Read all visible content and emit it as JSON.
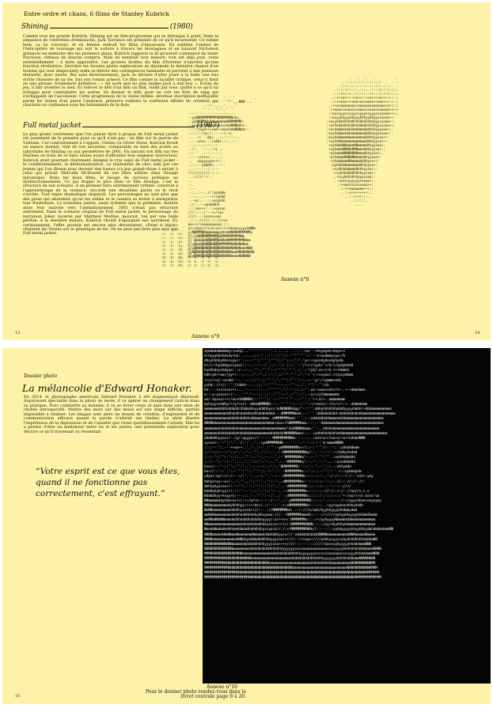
{
  "top": {
    "title": "Entre ordre et chaos, 6 films de Stanley Kubrick",
    "shining": {
      "title": "Shining",
      "year": "(1980)",
      "text": "Comme tous les grands Kubrick, Shining est un film-programme qui se détraque à point. Dans la séquence de l'entretien d'embauche, Jack Torrance est présenté de ce qu'il incarnerait. Ce tombe bien, ça lui convient, et en femme endroit les films d'épouvante. En sublime l'ombre de l'hélicoptère de tournage qui suit la voiture à travers les montagnes et en laissant Nicholson grimacer en mémoire dès les premiers plans, Kubrick rapporte la fil qu'aurait commencé de tisser Psychose, rideaux de douche compris. Mais loi semblait tout mesuré, tout est déjà joué, reste essentiellement : à faire apparaître. Les grosses ficelles du film d'horreur n'ancrent qu'une fonction révélatrice. Derrière les fausses pistes explicatives se dissimule la dernière chance d'un homme qui veut desperately enfin se libérer des contingences familiales et parvient à une jeunesse éternelle, donc morte. Roi sans divertissement, Jack se déclare d'aller jouer à la balle une fois écrite l'histoire de sa vie, fois son roman achevé. Ce film comme la lucidité critique, celui-ci tient en une phrase, froidement définitive : « All work and no play makes Jack a dull boy ». Écrite du jeu, il fait inventer le sien. Et relever le défi d'un film un film, vieilli par tous, quitte à ce qu'il lui échappe pour contraindre les autres. Se donner le défi, pour ne voir les flots de sang qui s'échappent de l'ascenseur. Cette progression de la vision intime, devenue inscription ineffaçable parmi les ruines d'un passé l'annoncé, préserve contenu la confusion affolée du créateur qui chuchote sa confession sous les battements de la fiole."
    },
    "fmj": {
      "title": "Full metal jacket",
      "year": "(1987)",
      "text": "Le plus grand contresens que l'on puisse faire à propos de Full metal jacket est justement de le prendre pour ce qu'il n'est pas : un film sur la guerre du Vietnam. Car contrairement à Coppola, Cimino ou Oliver Stone, Kubrick livrait un espace mental, vidé de son ancienne, comparable en bien des points au labyrinthe de Shining ou aux géométries de 2001. En suivant son film sur des Marines en train de se faire toutes avant d'affronter leur seigneur instructeur, Kubrick avait pourtant clairement désigné le vrai sujet de Full metal jacket : le conditionnement, la déshumanisation. Le traitement de choc subi par ces jeunes qui l'on dresse pour devenir des tueurs n'a pas grand-chose à envier à celui qui privait Malcolm McDowell de son libre arbitre dans Orange mécanique. Dans les deux films, le lavage de cerveau prélègue un dysfonctionnement. Ce qui frappe le plus dans ce film étrange, c'est la structure de son scénario. A un premier tiers extrêmement rythmé, construit à l'apprentissage de la violence, succède une deuxième partie où le récit s'arrête. Tout enjeu dramatique disparaît. Les personnages ne sont plus que des pions qui attendent qu'on les utilise et le caméra se borne à enregistrer leur frustration. La troisième partie, aussi rythmée que la première, montre alors leur marche vers l'anéantissement. 2001 n'était pas structuré autrement. Dans le scénario original de Full metal jacket, le personnage du narrateur Joker, incarné par Matthew Modine, mourait, tué par une balle perdue. A la dernière minute, Kubrick choisit d'épargner son narrateur. Et, curieusement, l'effet produit est encore plus dévastateur. «Paint it black» chantent les Stones sur le générique de fin. On ne peut pas faire plus noir que Full metal jacket."
    },
    "annexe8": "Annexe n°8",
    "annexe9": "Annexe n°9",
    "page_left": "13",
    "page_right": "14",
    "ascii_portrait": "                     .   .  .                      .\n                  .  ..  ..   .    .     .\n              . :.:.:.:.:.:.:.:.::  .  .  .\n           . ::::.::.:.:.::.::.:::.::.:.  .\n          .:::::+:::::.::::.:::::+::::::::.\n         ::::+++:+:::+::+:::++:::+:+:+:::::.\n        .::+++o+++:++o+++:++o++++o+++:+::::\n        ::+++ooo+++ooo+oo+oooo++ooo+++:+:::\n       .:++o+oooooooo+oooooooooooooo+o++:::\n       :++ooosssooosssooosssooossooooo++++:\n       :+oossyyssssyyssyyyssyyyssssooo+++:.\n      .:+osyyhhyyyhhyyyhhhyyhhyysssooo++:\n      :+osyhhdhhhhdhhhhdhhhhhhyyyssooo+::\n      :+oshhdddhhhddhhddddhhhhhyysssoo++:\n      :+oshdddmddddmdddmmdddhhhyyysoo+::\n      :osyhddmmdddmmddmmmdddhhyyyssoo+:.\n      :osyhddmmmdmmmmdmmmddhhhyysso++:\n      :+syhddmmmmmmmmmmmmmdhhhyyso++:.\n      .+syhdmmNNmmmmNNmmmmdhhyysoo+:\n       +syhdmmNNNNmNNNmmmddhhyyso+::\n       :oyhdmmNNNNNNNNmmmdhhyyso+:.\n       :oshdmmmNNNNNNmmmddhyysoo+:\n       .+shdddmmmNNmmmmddhhyso++:\n        :oyhhddmmmmmmmddhhyyso+:.\n        .+syhhdddmmmddhhhyyso+::\n         :+syhhhddddhhhhyysso+:\n         .:+ssyhhhhhhhyyyssoo::\n          .:+oossyyyyyyssooo+:.\n           .:++oosssssssooo++:\n            .::+++ooooooo+++::\n             ..::++++++++++::.\n               ..:::++++:::..\n                  ..::::::.\n                    .....",
    "ascii_helmet": "                   .        '  ' '          .\n                     .-:. .' '\"*',.,NNN'...\n                  .-'+`-.,..'.`.. '\n                 '`''-.'':-'.'' '\n          ------------------------\n          --yyNNNMMMMMMMMNNNMMMNNnhc..\n          .-yyNNNMMdmhNmmmmmmmNNMMMMNh-\n          :-ooyddhhNNmmmmoosshddNNNNnh/--\n          .-:::/oyd+++/oo++oooshddNNNmh/--\n          ::::-:-/sy:/:..--:+:-o.\n          ..  .+:  -dy+...:--::-:---.\n          ..---o+o+-::/sdd+:::...-:\n          .--:.:..::::.::-\n          .-/:-  .--.:.+s...\n          ::- '  .:--.----:\n          .----+/o+o+.......\n          ..  .ooyyyyyo+++:-.\n          .::.::-ydddhs..----\n          ...------:::-:--\n          ///////////::::--\n          .../////'+'-.\n          -.\n          -..\n          .---\n          .-:..:---.//:oyhddm\n          ..-:....---:+/+yhdd\n          .--+o:.--.::+osyhhh\n          .:/:-.-:+yhdddhh-\n          -:::oo+++:-::+oosoo\n          ///:::::/:--++/sso\n          ////-.::sssso+ooo\n          .::::://///::/.///so\n          oo+++/+oooooooooo::::\n          o+/+hso+/+++o++o+/+/+hhooosyyyhmNN+\n          ++NNMMMNNmmmmmmmymhdmNNNNNMMMMMMy\n          ///sdNNMMMMMMMMNmMMMMMMMMMMNm\n          //-dmmmmmNNNNMMNmNNdNMMMMMMMNNmm\n          //ymmmmmNNNNNNNNNMMMMMNNNNNNNmm\n          //yNNNNNNNNNNNNNNNNNNNNNNNNmmmNNN\n          /yNNNNNNNNNNNNNNNNNNNNmmmNNNNNNNNN\n          ooyNNNNNNNNNNNNNNNNNNNmmmmNNNNNN",
    "ascii_field": "  .  ..  .  ..  .    .  .. .   .\n .:. .:. .:.. .:. :. .: .:. .:. .\n :o: :o: :o+. :o: +: :o :o: :o: .\n.:s:.:s:.:so..:s:.s:.:s.:s:.:s:..\n :y: :y: :ys. :y: y: :y :y: :y: .\n :h: :h: :hy. :h: h: :h :h: :h: .\n :d: :d: :dh. :d: d: :d :d: :d: .\n :m: :m: :md. :m: m: :m :m: :m: .\n :N: :N: :Nm. :N: N: :N :N: :N: .\n :m: :m: :md. :m: m: :m :m: :m: .\n :d: :d: :dh. :d: d: :d :d: :d: .\n :h: :h: :hy. :h: h: :h :h: :h: .\n :y: :y: :ys. :y: y: :y :y: :y: .\n :s: :s: :so. :s: s: :s :s: :s: .\n :o: :o: :o+. :o: o: :o :o: :o: .\n .:. .:. .:.. .:. :. .: .:. .:. ."
  },
  "bottom": {
    "dossier": "Dossier photo",
    "title": "La mélancolie d'Edward Honaker.",
    "text": "En 2014, le photographe américain Edward Honaker a été diagnostiqué dépressif. Auparavant spécialisé dans la photo de mode, il va opérer un changement radical dans sa pratique. Pour combattre sa maladie, il va se livrer corps et âme dans une série de clichés introspectifs. Mettre des mots sur des maux est une étape difficile, parfois impossible à réaliser. Les images sont alors un moyen de création, d'expression et de communication efficace quand la parole n'atteint ses limites. La série illustre l'expérience de la dépression et de l'anxiété que vivait quotidiennement l'artiste. Elle lui a permis d'être un médiateur entre lui et les autres, une potentielle explication pour décrire ce qu'il traversait ou ressentait:",
    "quote": "“Votre esprit est ce que vous êtes, quand il ne fonctionne pas correctement, c'est effrayant.”",
    "annexe10": "Annexe n°10",
    "note": "Pour le dossier photo rendez-vous dans le livret centrale page 9 à 20.",
    "page_left": "15",
    "ascii_dark": "dymdmddmmdmmy/ssohy:..''''''''''''.:`..`.:`.'.-'.-ss/`.+hsydydz+doyo+s\nh+hyyyhdshdsdy+ho:...-..:::--`.-:'.'::`::--''''`'`'::`-'o+oydmmysyy+/h\ndhsyhhhhyhhsssyy+:`-----''::'`'':''':::'`:-.:':'-'y+:+syosdydosdyhydm\nh//+/+hyhddyyssyoo/::--.---'.-:`.-:'.'::`::--`'-'/+++//yyh/'+/h/+/oydyhhdd\nhyohhdsyshdyoo:-:/-.:--..''.-'`''---'''':`'`'..:`-:'/yh/:o++/+h:+++hhmhh\nhdh+yh++oo//yy++:--.--..:'.''.:`.'.'.::'''-'`'.:'.'::`+:+ssyoo/:/ssyoydmmm\n++s/++o/:+o+dd:'--.`.--:::'-.:.''`'.'.'''::'`'':--.::-'y/:/+ymmm+ehh\nyshd:.//+//.'''//ddd+--.-.:::'::''`'-----.-''-:.:'.-'':`-`'/ch\nhh---.+ss/o+o+++:...'-..----.-.-''''`'.':'-'-::.::''.oo-+ooosset+/s+:.+-+dmmdmmm\no:-:o:ysoso++/:....''':'---:.-::`-:'`'---'.-'`'.:'.-:o/+/yfdmmmmmmm\noo/-dyoso/+++/oo+hhNNNNh:::''''::`.--'''''''`-.-'`'.:'++:o/+:.mmmmmmmm\ndyhyyysshdhy/+/y/+ssl-:mNnmNMMNNh:-:.-'`'''-:.-.:`'-:+/+ooss/-/ss/+/+:+..ddmmdmmm\nmmmmmmmdddhhddddd/dhdmdhhyydddhhyss:hdNNNNNhdgy/'-::`'.ddhyhhhhhhhdddhyyyyhmhh/+dddmmmmmmmmmm\nmmmmmmmmmmmddhdddhdddddsdhhdddddddd.--dMMMMMMmmd.:-:`'.'dddddddddd:ddddddddddddmmmdmmmmmmmmmmmm\nmmmmmmmmmmmmddddddddhhhddmmmddmm-.mMMMMMMMmmd:'`'.:-:oddddddddmmmmmdddmmmmmmmmmmmmmmmmmmm\nNNNNNmmmmmmmmmmmmmmmmmmmmmmmmmdmmmm+doo+/hNNMMMMmmo:-:'.-'ddmmmmmdmmmmmmmmmmmmmmmmmmmmmmm\nmmmmmmmdddddddddddmmmmmmmmmmddmmmmmmdmmmo\"dnbNNNNmmmo:''-..dddddmmmmmmmmmmmmmmmmmmmmmmm\nmmmmmmdddddddddddddddddmmmmmmmmmddddddddNNNNNNmmd:::-.+ydhhhhdddhhdddmmmmmmmmmmmmmmmmmmmmmm\ndddddhhyyso+/--/y/-oyyyo+/+'---'--MMMMMMMMNNm:.-.-.:.-:oot+o+//oo+o/+o++hddmdNNN\nsysso+:-'-'':':'.`/:':`..'-.+ymMMMMMNNN:--.''.'.-'-'-::-':`d-mmmmNNNN\n::::--'':.-'-++oo++..'.'-.:--'.:''':-ymMMMMMMMNs+//::-:''''/:-.'::`:yhhdddmmm\n:::'::::----':::'.'.-'-.'''..':'..'.-:-NMMMMMMMMMNNy/:-.'.':':'.:+/hdhyhhddd\n::::-'::'':-'::::...'''.-.'-..--.-.'.:-'NMMMNNNNm/:-.--'.'':`'`.:oshhhdmddd\n::::--':-`::-.'.:...'..':::'.-`-.-.''.:.-NMMMMMMm/::-.'-.'.-'.:.-:ocndddddd\nhso+/:--'-::'':.'':'.-'.-..--:..-'-:.'NNMMMMMMh:':::'..'.--'.::.-:ohhyddd\nho+//-:'::`.'::-`'':'':.'`''.:.':-'.'-.-NMMMMMMMm:::'::.'.-'':':`'.+::oyhmdydm\nydyo+:oy/:+/:/:--:/:'.'.-..-:.''.'-:.--dMMMMMMMMMm::-:-.::'..':/-/:::-/:/:-'ssh+:yay\nhmhyo+oy+:o+/-.-'.''..:':-'-'..'':-'-..dNMMMMMMMm+:::-:::::-':-:--//::-//:/:-//:\ndmhhyhyosso+/:-':'':.''-.'-':--'::'..'..'dMMMMMMMMN:::--:::--.'-:-:-://+/\nhmddyhyh+yy//+:::-'-.-'.-:.'.':::':--..:-dMMMMMMMMm:::::-::://-/:-/:/:-//oo//s,s.s\nNddmdhyy+hsyy/o:---:::.'-.''`':-::'..:`-:dMMMMMMMMNs:::-::':-:::-:::'+:/oo/+/ss:osso'oo\nNNmmmmmddyhdo+os++/:+:/o/+o-:-:--/:-:'.::`yNMMMMMMMMN:::-:-'.-:-:.:-/:+/oyy/ohoo+ooyoyoy\nNNNmmmmmmmmddyhhhhyy:+++/ds+/-:/---:-':+:oMMMMMMMMNo+---:::.-+yy+oydsoshhhyhddh\nNmNNmmmmmmmmmdddhhyssso++//:---://NMMMMMMmm:---+:///o/ooh/hyyhhyyyyhhdmmydmd\nmmNmNmmmmmmmmddddhdddhhhdhydhsyooo:///--:NMMMMMMmmmdh::---//+////oyhyyhhyyyyhhhdmdhmdm\nmmNNmNNmNNmmmdmddhddddhddddhhyyyy/:o/++o+/:NMMMMMMm:::-/+/yyhyyyyNmmmmdddmmdmmmmmmmmm\nNNmmmmmmmmmmmmmmmmddhdddddddhhhyso/o++++//:NMMMMMMNNNN:::::/sy/ahyhhhyhmmmmmmmmmmmmmm\nNmmdmNmdmdmddhhmdddmmdhdddhhhyssyo/o//:/:+/NMMMMMMNNNo//::--::::syhdyyyyyhhyyhhhydmhdmdmdmmmNN\nNNNNmmmmdmNmNmmmNmmmmmmmNmmmmdddmdddhyyss///:sdddddddddddNNNNmmmmmmmmmmmNNNmmmmmNmmmm\nNNNNmmmmmmmmmmmdmNNmdydddmdddhhhhyyysso+++///::+++oys+////oohhysyyssyhyhhddhhhhddddmNN\nNNNNNNNNNNNNNNmmmmddddddddhhhhyyyssso++++////:::---:::://///oosssyhyyyyyhhdddmmmNNN\nNNNNNNNNNNNNNNmmmmmmmmdddddddddddhhhhhhyyyyyyssssooooooooooooosssyyyyhhhhhhhddddmmmmNNNN\nMMMNNNNNNNNNNNNNNNNmmmmmmmmmmmmmmmdddddddddhhhhhyyyyyyysssssssoooooossssyyyhhhdddmmNNNN\nMMMMMMMNNNNNNNNNNNNNNNNmmmmmmmmmmmmmmmmmmmdddddddddddhhhhhhyyyyyyyhhhhhdddmmmNNNNNNNN\nMMMMMMMMMNNNNNNNNNNNNNNNNNNNNNNNmmmmmmmmmmmmmmmmmmmddddddddddddmmmmmmmmmmNNNNNNNNNNMM\nMMMMMMMMMMMMNNNNNNNNNNNNNNNNNNNNNNNNNNNNNNNNmmmmmmmmmmmmmmmmmmmmmmmmmmmNNNNNNNNNNNMMMM\nMMMMMMMMMMMMMMMMNNNNNNNNNNNNNNNNNNNNNNNNNNNNNNNNNNNNNNNNNNNNNNNNNNNNNNNNNNNNNNNNMMMMMMM\nMMMMMMMMMMMMMMMMMMMMMMNNNNNNNNNNNNNNNNNNNNNNNNNNNNNNNNNNNNNNNNNNNNNNNNNNNNNNMMMMMMMMMMMM"
  }
}
